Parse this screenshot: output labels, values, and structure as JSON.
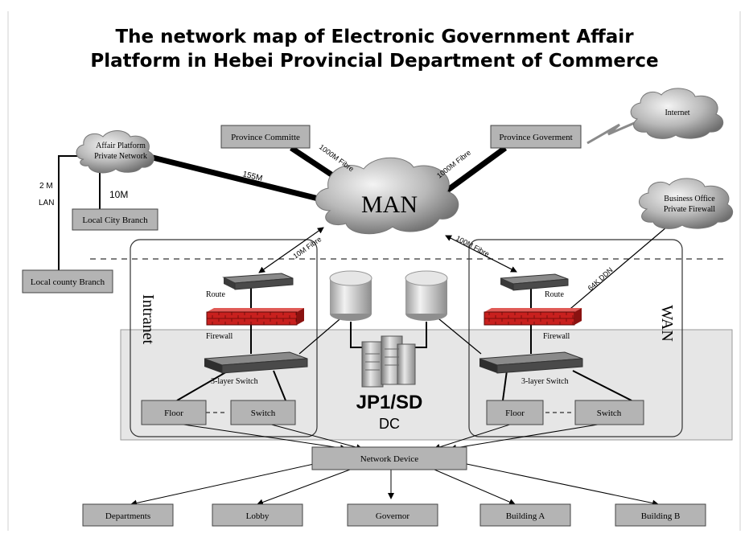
{
  "title": {
    "line1": "The network map of Electronic Government Affair",
    "line2": "Platform in Hebei Provincial Department of Commerce"
  },
  "clouds": {
    "man": "MAN",
    "internet": "Internet",
    "affair_line1": "Affair Platform",
    "affair_line2": "Private Network",
    "business_line1": "Business Office",
    "business_line2": "Private Firewall"
  },
  "nodes": {
    "province_committe": "Province Committe",
    "province_goverment": "Province Goverment",
    "local_city_branch": "Local City Branch",
    "local_county_branch": "Local county Branch",
    "network_device": "Network Device",
    "departments": "Departments",
    "lobby": "Lobby",
    "governor": "Governor",
    "building_a": "Building A",
    "building_b": "Building B",
    "floor_left": "Floor",
    "switch_left": "Switch",
    "floor_right": "Floor",
    "switch_right": "Switch"
  },
  "links": {
    "link_155m": "155M",
    "link_1000m_committe": "1000M Fibre",
    "link_1000m_goverment": "1000M Fibre",
    "link_10m": "10M",
    "link_2m": "2 M",
    "link_lan": "LAN",
    "link_10m_fibre": "10M Fibre",
    "link_100m_fibre": "100M Fibre",
    "link_64k_ddn": "64K DDN"
  },
  "labels": {
    "route_left": "Route",
    "route_right": "Route",
    "firewall_left": "Firewall",
    "firewall_right": "Firewall",
    "switch3_left": "3-layer Switch",
    "switch3_right": "3-layer Switch",
    "intranet": "Intranet",
    "wan": "WAN",
    "jp1sd": "JP1/SD",
    "dc": "DC"
  },
  "colors": {
    "box_fill": "#b4b4b4",
    "zone_fill": "#e6e6e6",
    "firewall_red": "#c8201e",
    "device_dark": "#4a4a4a"
  }
}
